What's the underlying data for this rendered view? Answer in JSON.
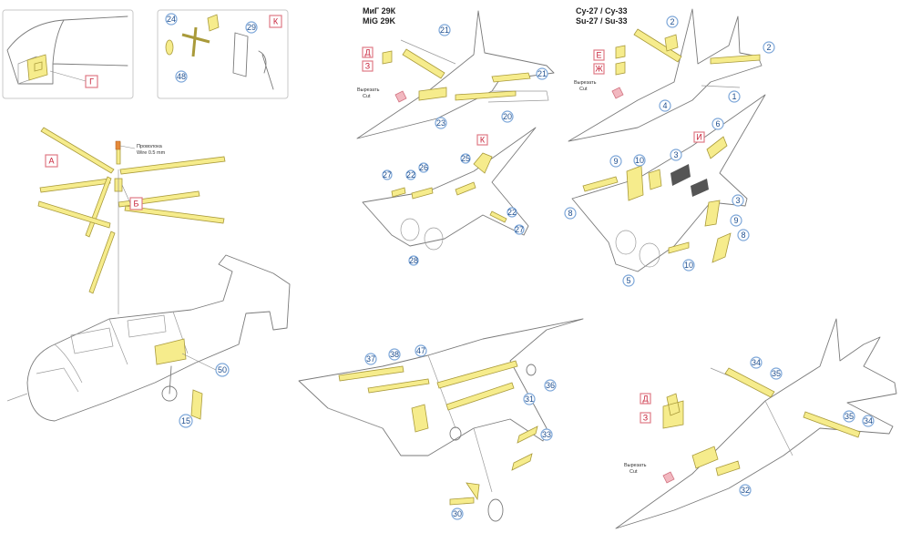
{
  "mig29k": {
    "title_ru": "МиГ 29К",
    "title_en": "MiG 29K",
    "cut_note_ru": "Вырезать",
    "cut_note_en": "Cut"
  },
  "su33": {
    "title_ru": "Су-27 / Су-33",
    "title_en": "Su-27 / Su-33",
    "cut_note_ru": "Вырезать",
    "cut_note_en": "Cut"
  },
  "yak38": {
    "cut_note_ru": "Вырезать",
    "cut_note_en": "Cut"
  },
  "helicopter": {
    "wire_note_ru": "Проволока",
    "wire_note_en": "Wire 0.5 mm"
  },
  "part_numbers": {
    "p1": "1",
    "p2a": "2",
    "p2b": "2",
    "p3a": "3",
    "p3b": "3",
    "p4": "4",
    "p5": "5",
    "p6": "6",
    "p8a": "8",
    "p8b": "8",
    "p9a": "9",
    "p9b": "9",
    "p10a": "10",
    "p10b": "10",
    "p15": "15",
    "p20": "20",
    "p21a": "21",
    "p21b": "21",
    "p22a": "22",
    "p22b": "22",
    "p23": "23",
    "p24": "24",
    "p25": "25",
    "p26": "26",
    "p27a": "27",
    "p27b": "27",
    "p28": "28",
    "p29": "29",
    "p30": "30",
    "p31": "31",
    "p32": "32",
    "p33": "33",
    "p34a": "34",
    "p34b": "34",
    "p35a": "35",
    "p35b": "35",
    "p36": "36",
    "p37": "37",
    "p38": "38",
    "p47": "47",
    "p48": "48",
    "p50": "50"
  },
  "sub_assembly_letters": {
    "g": "Г",
    "k_inset": "К",
    "a": "А",
    "b": "Б",
    "d_mig": "Д",
    "z_mig": "З",
    "k_mig": "К",
    "e_su": "Е",
    "zh_su": "Ж",
    "i_su": "И",
    "d_yak": "Д",
    "z_yak": "З"
  },
  "colors": {
    "photo_etch": "#f6ec8c",
    "line_art": "#7a7a7a",
    "part_tag_ring": "#7da7d9",
    "letter_tag_border": "#e07a86",
    "cut_area": "#f2b8c0"
  }
}
